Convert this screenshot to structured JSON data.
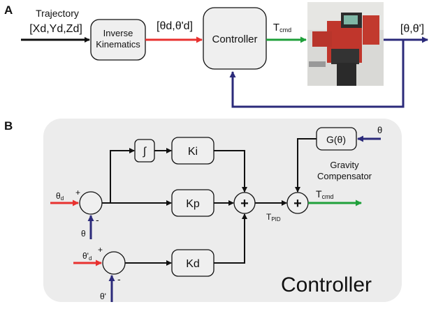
{
  "panel_a": {
    "label": "A",
    "trajectory_label": "Trajectory",
    "trajectory_vars": "[Xd,Yd,Zd]",
    "inverse_kinematics_line1": "Inverse",
    "inverse_kinematics_line2": "Kinematics",
    "desired_state": "[θd,θ'd]",
    "controller_label": "Controller",
    "torque_cmd": "Tcmd",
    "output_state": "[θ,θ']"
  },
  "panel_b": {
    "label": "B",
    "integral_symbol": "∫",
    "ki": "Ki",
    "kp": "Kp",
    "kd": "Kd",
    "gravity_block": "G(θ)",
    "gravity_input": "θ",
    "gravity_caption_line1": "Gravity",
    "gravity_caption_line2": "Compensator",
    "theta_d": "θd",
    "theta_feedback": "θ",
    "theta_dot_d": "θ'd",
    "theta_dot_feedback": "θ'",
    "plus_sign": "+",
    "minus_sign": "-",
    "sum_symbol": "+",
    "tpid": "TPID",
    "tcmd": "Tcmd",
    "controller_title": "Controller"
  },
  "colors": {
    "red_arrow": "#e8312f",
    "green_arrow": "#1fa03a",
    "navy_arrow": "#2b2a7a",
    "panel_bg": "#ececec",
    "block_bg": "#efefef"
  }
}
